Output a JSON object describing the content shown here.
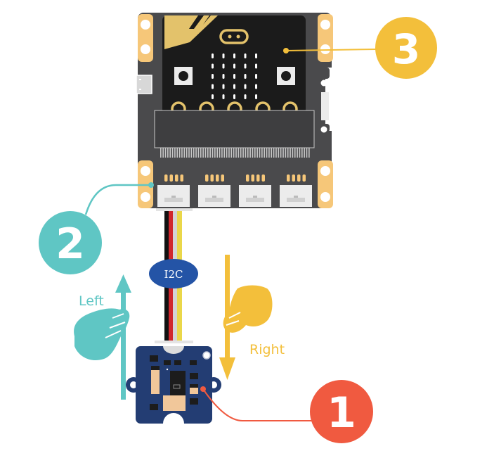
{
  "diagram": {
    "title": "micro:bit gesture sensor wiring",
    "callouts": [
      {
        "number": "1",
        "target": "gesture-sensor",
        "color": "#f05a40"
      },
      {
        "number": "2",
        "target": "grove-connector",
        "color": "#5fc6c4"
      },
      {
        "number": "3",
        "target": "microbit-board",
        "color": "#f3bf3b"
      }
    ],
    "cable_label": "I2C",
    "gestures": {
      "left": {
        "label": "Left",
        "color": "#5fc6c4",
        "direction": "up"
      },
      "right": {
        "label": "Right",
        "color": "#f3bf3b",
        "direction": "down"
      }
    },
    "colors": {
      "board_dark": "#4a4a4c",
      "microbit_black": "#1a1a1a",
      "gold": "#e3c26b",
      "pad_orange": "#f6c779",
      "sensor_blue": "#233d73",
      "i2c_badge": "#2454a6"
    }
  }
}
